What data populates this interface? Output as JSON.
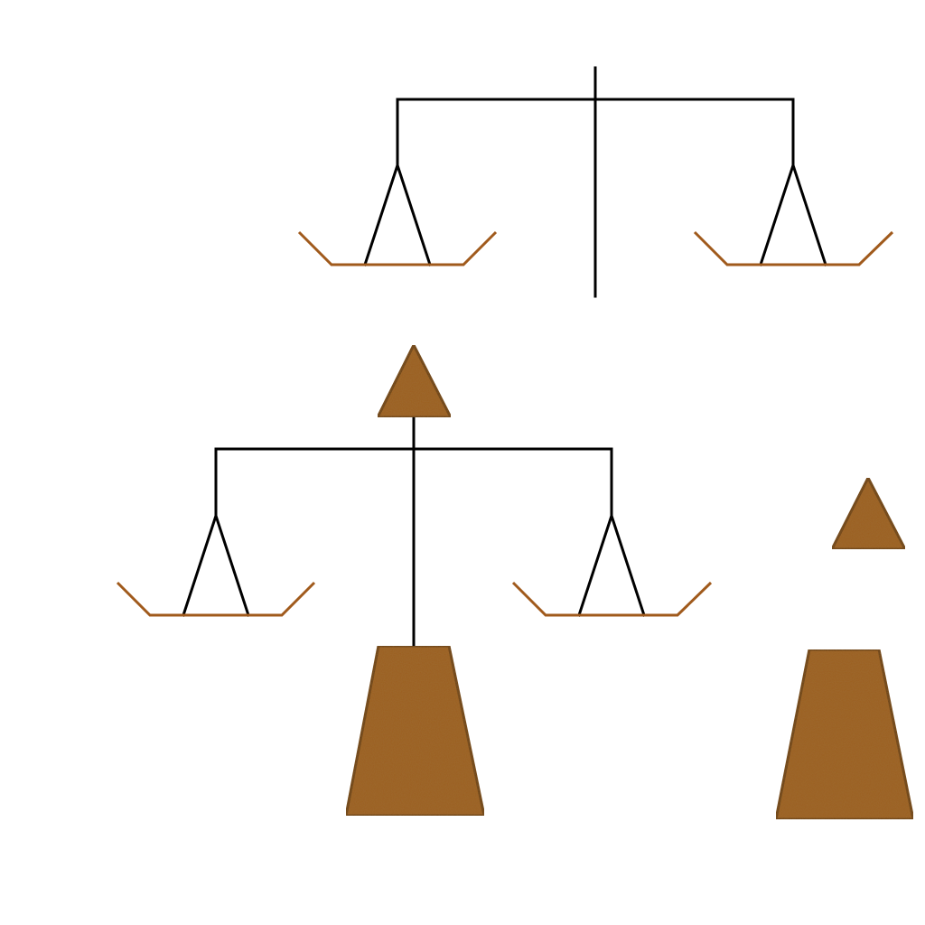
{
  "scene": {
    "background": "#ffffff",
    "colors": {
      "balance_line": "#000000",
      "pan_line": "#a05a1c",
      "piece_fill": "#9c5f23",
      "piece_outline": "#6b3d14"
    },
    "balances": [
      {
        "name": "upper-balance",
        "pans": [
          "empty",
          "empty"
        ],
        "stand_top": "none"
      },
      {
        "name": "lower-balance",
        "pans": [
          "empty",
          "empty"
        ],
        "stand_top": "triangle",
        "stand_base": "trapezoid"
      }
    ],
    "loose_pieces": [
      "triangle",
      "trapezoid"
    ]
  }
}
